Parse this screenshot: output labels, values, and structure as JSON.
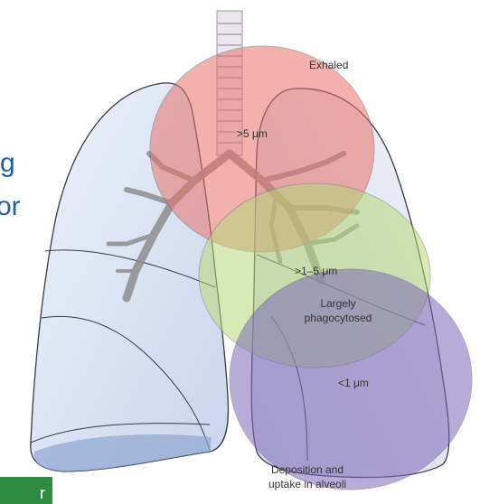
{
  "labels": {
    "exhaled": "Exhaled",
    "gt5": ">5 μm",
    "range": ">1–5 μm",
    "largely_1": "Largely",
    "largely_2": "phagocytosed",
    "lt1": "<1 μm",
    "deposition_1": "Deposition and",
    "deposition_2": "uptake in alveoli"
  },
  "cut_text": {
    "g": "g",
    "or": "or",
    "box": "r"
  },
  "colors": {
    "red_zone": "#e8726a",
    "green_zone": "#b8d87a",
    "purple_zone": "#7e6ab8",
    "lung_left": "#dfe6f3",
    "lung_right": "#e6e9f2",
    "outline": "#3a3a4a",
    "green_box": "#2e8a3e"
  }
}
